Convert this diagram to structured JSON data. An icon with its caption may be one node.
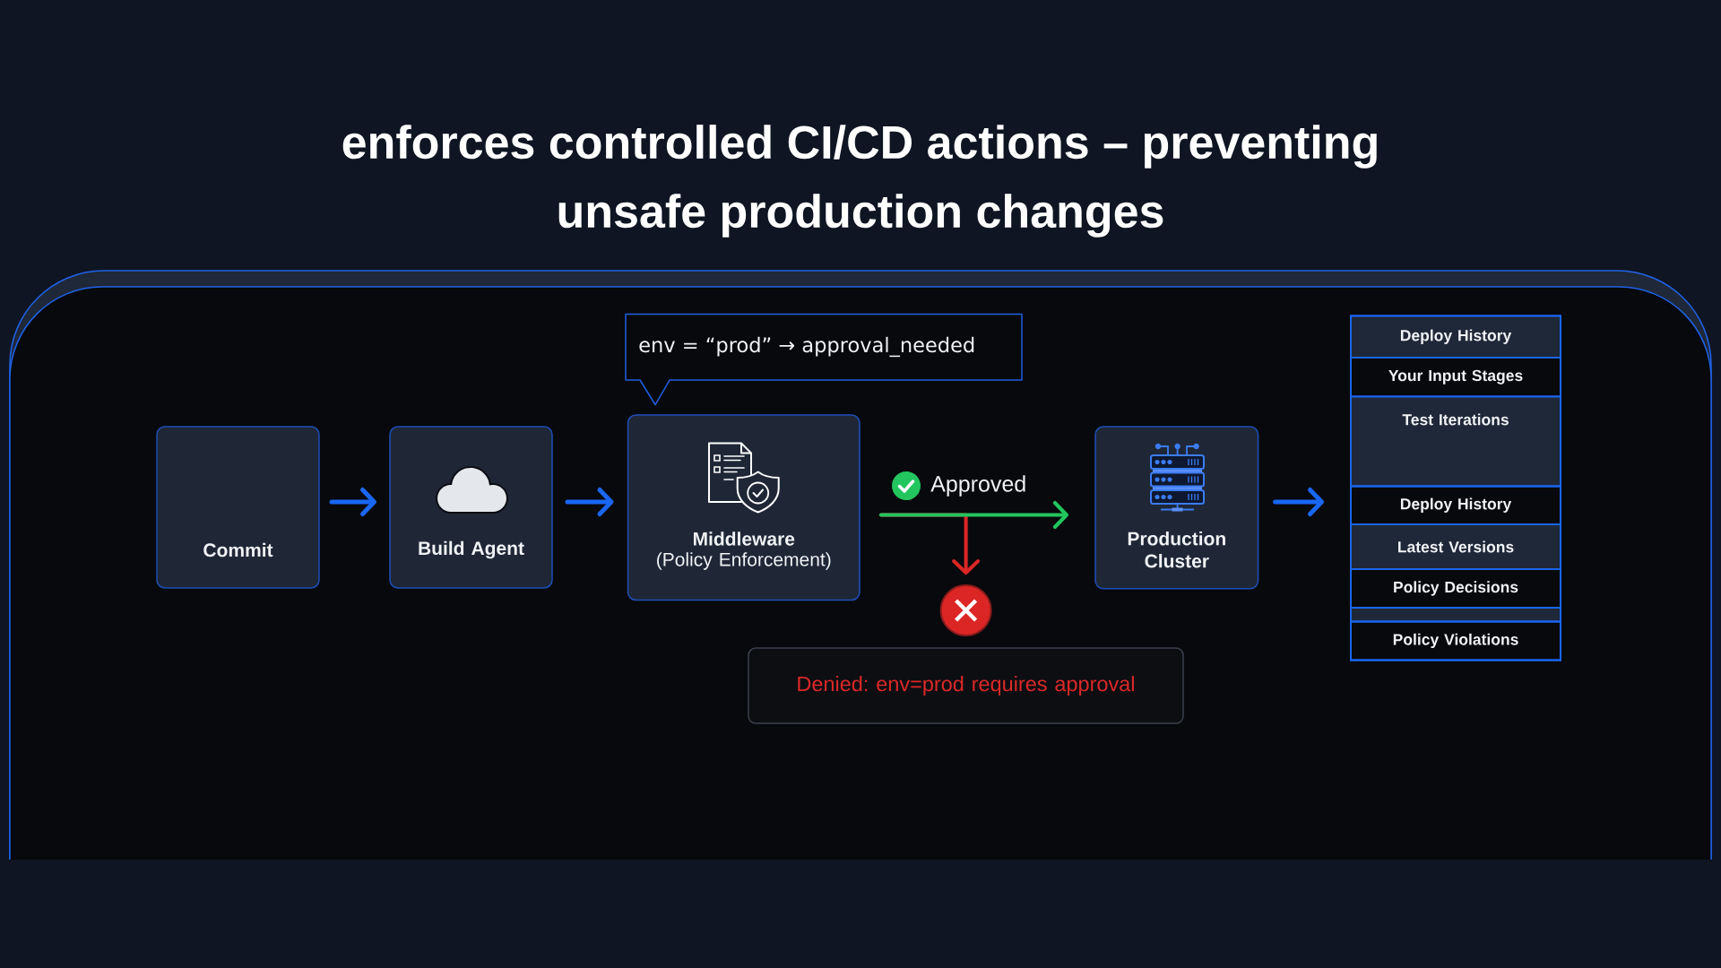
{
  "diagram": {
    "title": "enforces controlled CI/CD actions – preventing unsafe production changes",
    "nodes": [
      {
        "text": [
          "Commit"
        ]
      },
      {
        "text": [
          "Build Agent"
        ]
      },
      {
        "text": [
          "env = “prod” → approval_needed"
        ]
      },
      {
        "text": [
          "Middleware",
          "(Policy Enforcement)"
        ]
      },
      {
        "text": [
          "Production Cluster"
        ]
      },
      {
        "text": [],
        "shape": "circle"
      },
      {
        "text": [
          "Denied: env=prod requires approval"
        ]
      },
      {
        "text": [],
        "shape": "box"
      },
      {
        "text": [
          "Deploy History"
        ],
        "in": 7
      },
      {
        "text": [
          "Your Input Stages"
        ],
        "in": 7
      },
      {
        "text": [
          "Test Iterations"
        ],
        "in": 7
      },
      {
        "text": [
          "Deploy History"
        ],
        "in": 7
      },
      {
        "text": [
          "Latest Versions"
        ],
        "in": 7
      },
      {
        "text": [
          "Policy Decisions"
        ],
        "in": 7
      },
      {
        "text": [],
        "shape": "box",
        "in": 7
      },
      {
        "text": [
          "Policy Violations"
        ],
        "in": 7
      }
    ],
    "edges": [
      {
        "from": 0,
        "to": 1,
        "arrow": "to"
      },
      {
        "from": 1,
        "to": 3,
        "arrow": "to"
      },
      {
        "from": 3,
        "to": 4,
        "arrow": "to",
        "label": "Approved",
        "color": "#22c55e"
      },
      {
        "from": 3,
        "to": 5,
        "arrow": "to",
        "color": "#dc2626"
      },
      {
        "from": 4,
        "to": 7,
        "arrow": "to"
      }
    ]
  }
}
